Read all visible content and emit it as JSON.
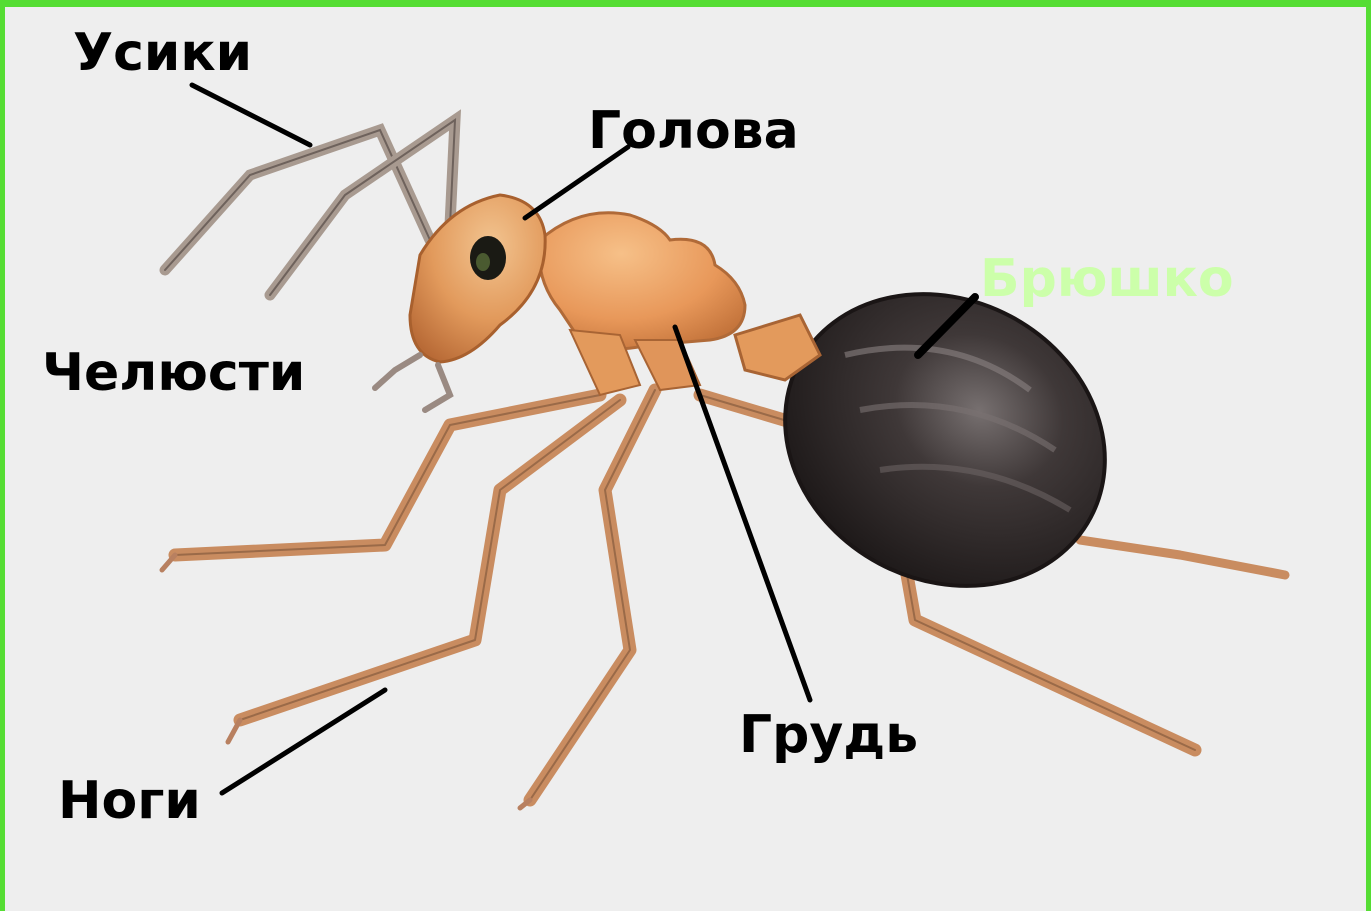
{
  "labels": {
    "antennae": "Усики",
    "head": "Голова",
    "abdomen": "Брюшко",
    "jaws": "Челюсти",
    "thorax": "Грудь",
    "legs": "Ноги"
  },
  "colors": {
    "frame": "#55dd33",
    "background": "#eeeeee",
    "label_text": "#000000",
    "abdomen_label": "#ccffaa",
    "ant_body_orange": "#e39a5c",
    "ant_abdomen_dark": "#2f2929",
    "ant_legs": "#c98c60"
  }
}
